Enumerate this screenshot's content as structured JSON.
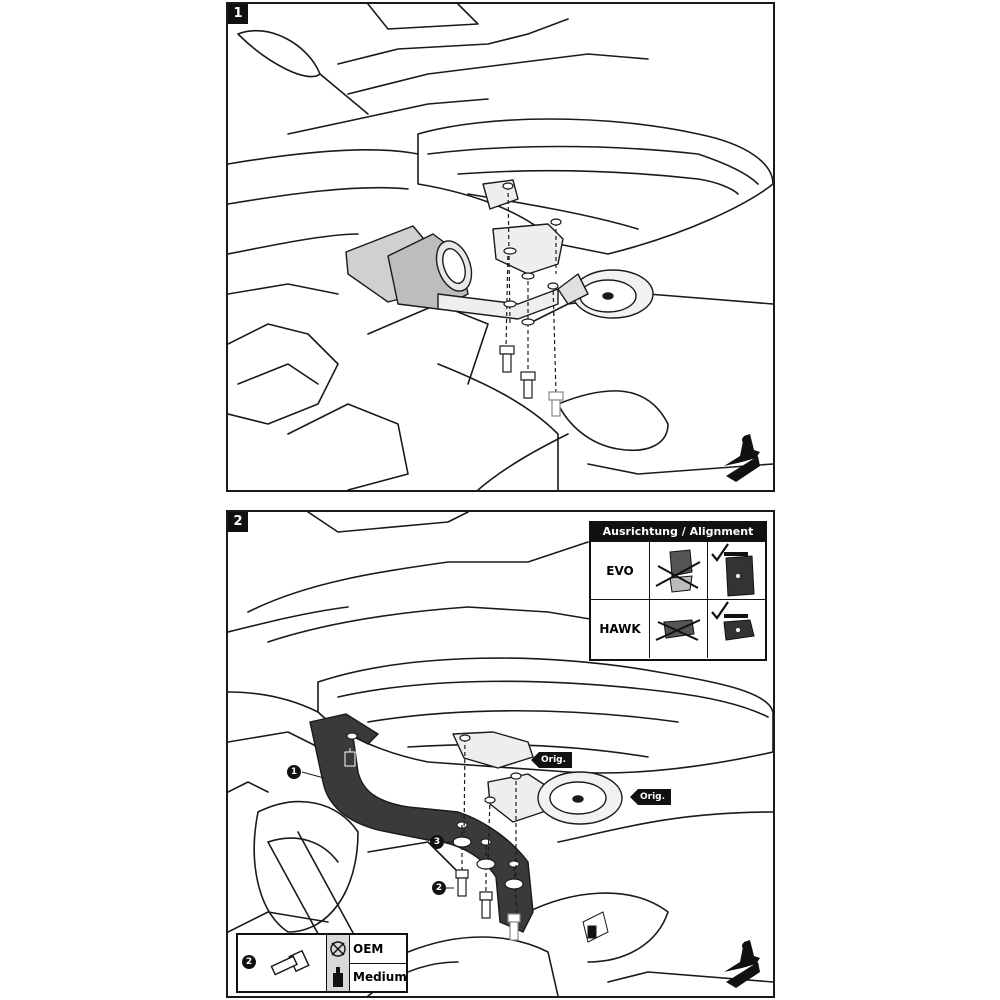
{
  "steps": [
    {
      "number": "1"
    },
    {
      "number": "2"
    }
  ],
  "alignment": {
    "title": "Ausrichtung / Alignment",
    "rows": [
      {
        "label": "EVO"
      },
      {
        "label": "HAWK"
      }
    ]
  },
  "tags": {
    "orig1": "Orig.",
    "orig2": "Orig."
  },
  "callouts": {
    "c1": "1",
    "c2": "2",
    "c3": "3"
  },
  "legend": {
    "part_number": "2",
    "row1": "OEM",
    "row2": "Medium"
  },
  "colors": {
    "line": "#1a1a1a",
    "bracket": "#3a3a3a",
    "grey_fill": "#d9d9d9"
  }
}
